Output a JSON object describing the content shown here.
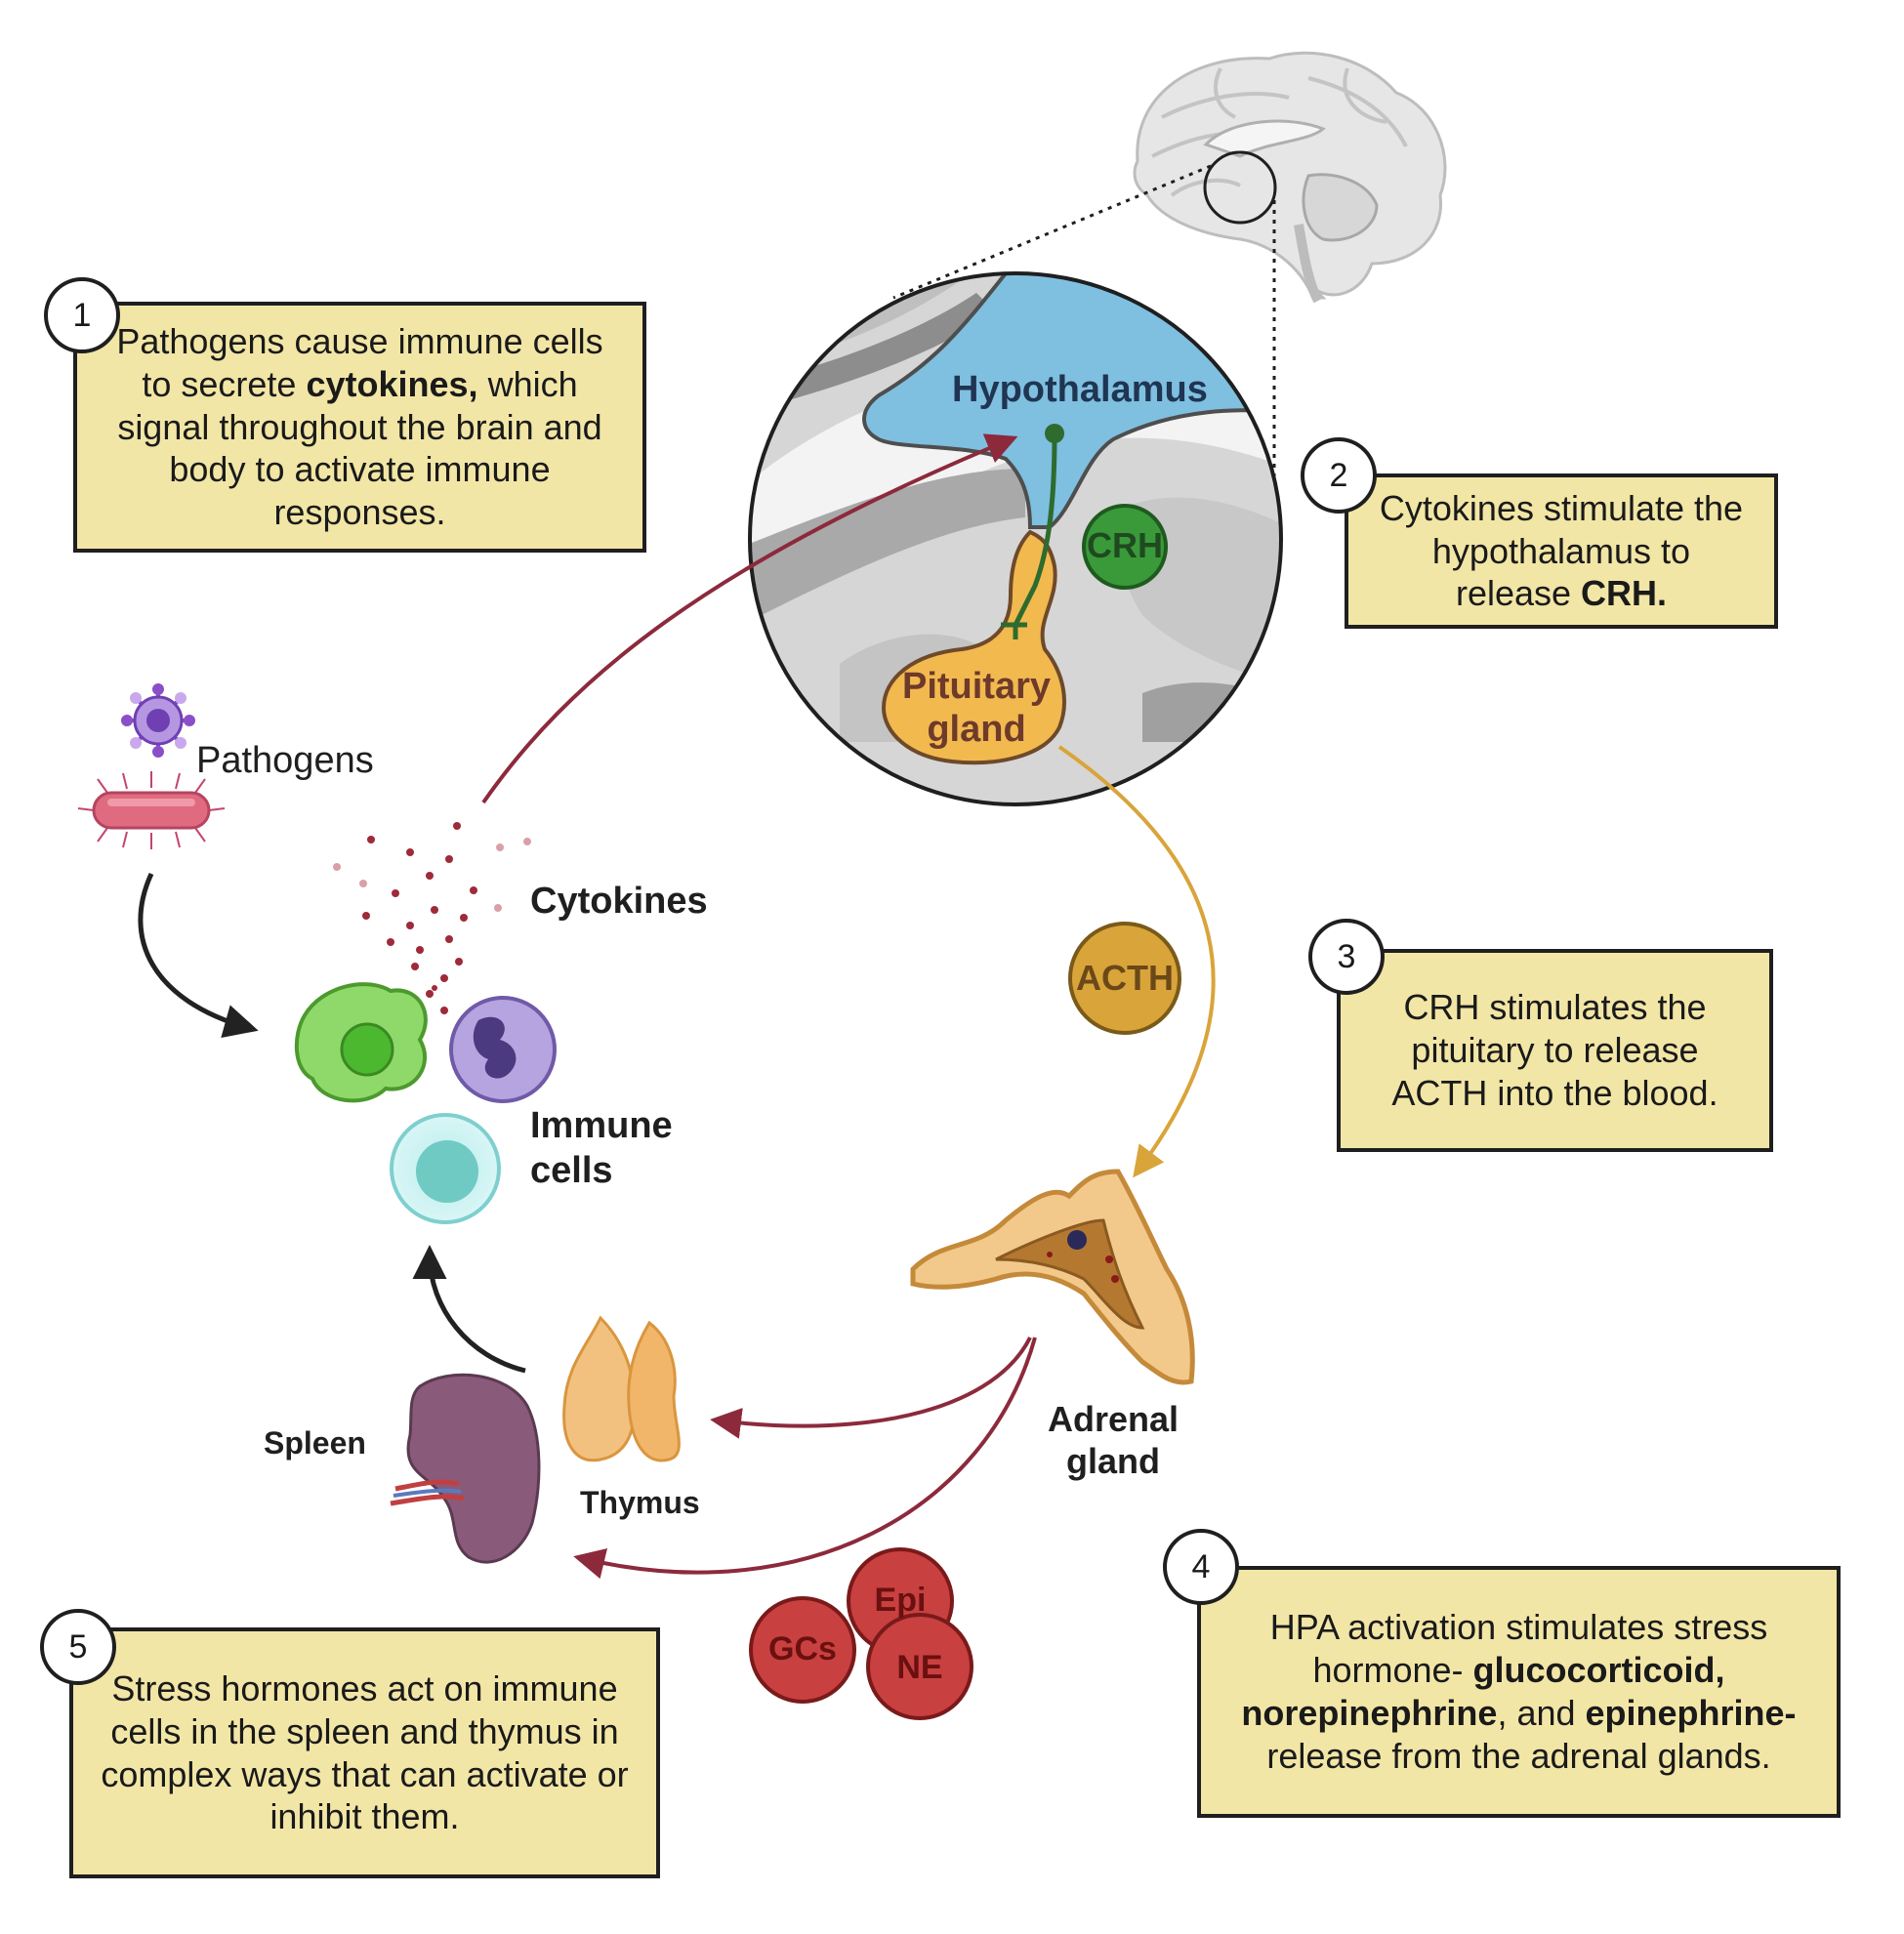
{
  "steps": [
    {
      "num": "1",
      "pre": "Pathogens cause immune cells to secrete ",
      "bold": "cytokines,",
      "post": " which signal throughout the brain and body to activate immune responses."
    },
    {
      "num": "2",
      "pre": "Cytokines stimulate the hypothalamus to release ",
      "bold": "CRH.",
      "post": ""
    },
    {
      "num": "3",
      "text": "CRH stimulates the pituitary to release ACTH into the blood."
    },
    {
      "num": "4",
      "pre": "HPA activation stimulates stress hormone- ",
      "bold1": "glucocorticoid,",
      "mid1": " ",
      "bold2": "norepinephrine",
      "mid2": ", and ",
      "bold3": "epinephrine-",
      "post": " release from the adrenal glands."
    },
    {
      "num": "5",
      "text": "Stress hormones act on immune cells in the spleen and thymus in complex ways that can activate or inhibit them."
    }
  ],
  "labels": {
    "hypothalamus": "Hypothalamus",
    "crh": "CRH",
    "pituitary": "Pituitary gland",
    "acth": "ACTH",
    "pathogens": "Pathogens",
    "cytokines": "Cytokines",
    "immune_cells": "Immune cells",
    "adrenal": "Adrenal gland",
    "spleen": "Spleen",
    "thymus": "Thymus",
    "epi": "Epi",
    "gcs": "GCs",
    "ne": "NE"
  },
  "colors": {
    "box_fill": "#f2e6a6",
    "hypothalamus": "#7fbfe0",
    "pituitary": "#f2b94f",
    "crh": "#3a9a3a",
    "acth": "#d9a43a",
    "arrow_red": "#8c2a3c",
    "arrow_gold": "#d9a43a",
    "hormone_red": "#c94040"
  }
}
